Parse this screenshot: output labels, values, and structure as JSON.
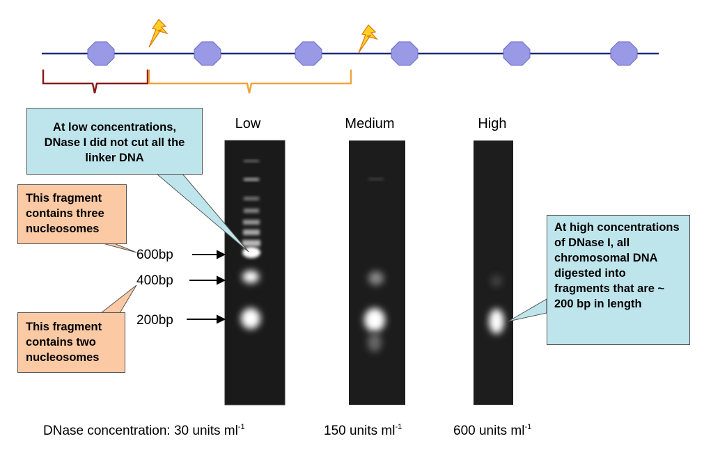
{
  "top_callout": {
    "text": "At low concentrations, DNase I did not cut all the linker DNA"
  },
  "three_nuc_callout": {
    "text": "This fragment contains three nucleosomes"
  },
  "two_nuc_callout": {
    "text": "This fragment contains two nucleosomes"
  },
  "high_callout": {
    "text": "At high concentrations of DNase I, all chromosomal DNA digested into fragments that are ~ 200 bp in length"
  },
  "lanes": {
    "low": "Low",
    "medium": "Medium",
    "high": "High"
  },
  "bp_markers": {
    "bp600": "600bp",
    "bp400": "400bp",
    "bp200": "200bp"
  },
  "concentrations": {
    "low_prefix": "DNase concentration: 30 units ml",
    "medium": "150 units ml",
    "high": "600 units ml",
    "exponent": "-1"
  },
  "colors": {
    "dna_line": "#1f2a7a",
    "nucleosome": "#9999e6",
    "bracket_red": "#8b1a1a",
    "bracket_orange": "#f2a33a",
    "lightning": "#ffd21f",
    "callout_blue": "#bfe5ec",
    "callout_orange": "#fbc9a4"
  }
}
